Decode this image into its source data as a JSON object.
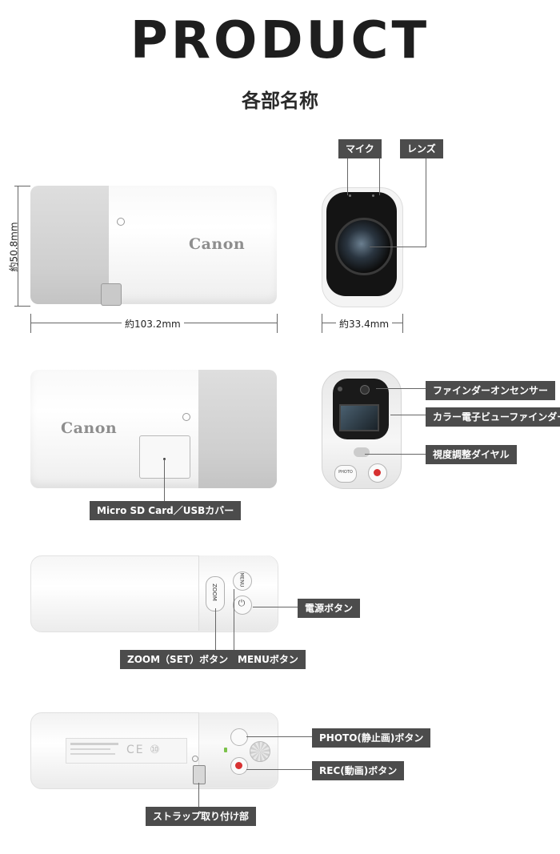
{
  "header": {
    "title": "PRODUCT",
    "subtitle": "各部名称"
  },
  "dimensions": {
    "height": "約50.8mm",
    "width": "約103.2mm",
    "depth": "約33.4mm"
  },
  "device_marks": {
    "brand": "Canon",
    "zoom_button": "ZOOM",
    "menu_button": "MENU",
    "photo_button": "PHOTO"
  },
  "labels": {
    "mic": "マイク",
    "lens": "レンズ",
    "finder_sensor": "ファインダーオンセンサー",
    "color_evf": "カラー電子ビューファインダー",
    "diopter_dial": "視度調整ダイヤル",
    "sd_cover": "Micro SD Card／USBカバー",
    "power_button": "電源ボタン",
    "zoom_set_button": "ZOOM（SET）ボタン",
    "menu_button": "MENUボタン",
    "photo_button": "PHOTO(静止画)ボタン",
    "rec_button": "REC(動画)ボタン",
    "strap_mount": "ストラップ取り付け部"
  }
}
